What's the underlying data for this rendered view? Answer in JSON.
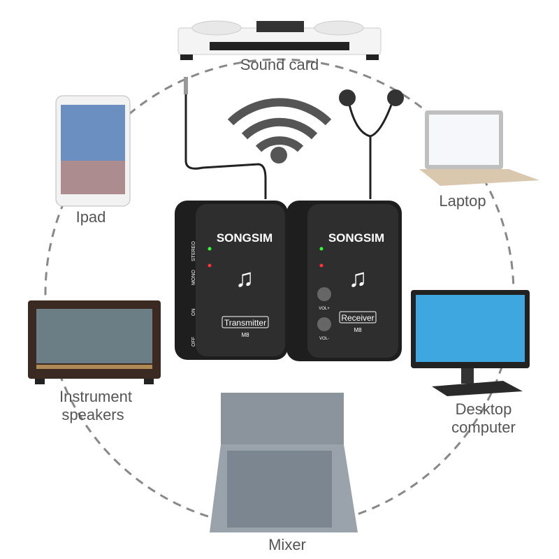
{
  "labels": {
    "sound_card": "Sound card",
    "ipad": "Ipad",
    "laptop": "Laptop",
    "speakers_line1": "Instrument",
    "speakers_line2": "speakers",
    "desktop_line1": "Desktop",
    "desktop_line2": "computer",
    "mixer": "Mixer"
  },
  "transmitter": {
    "brand": "SONGSIM",
    "name": "Transmitter",
    "model": "M8",
    "switch_top": "STEREO",
    "switch_mid": "MONO",
    "power_on": "ON",
    "power_off": "OFF"
  },
  "receiver": {
    "brand": "SONGSIM",
    "name": "Receiver",
    "model": "M8",
    "vol_up": "VOL+",
    "vol_down": "VOL-"
  },
  "colors": {
    "circle": "#888888",
    "label": "#555555",
    "device_body": "#2b2b2b",
    "wifi": "#555555"
  }
}
